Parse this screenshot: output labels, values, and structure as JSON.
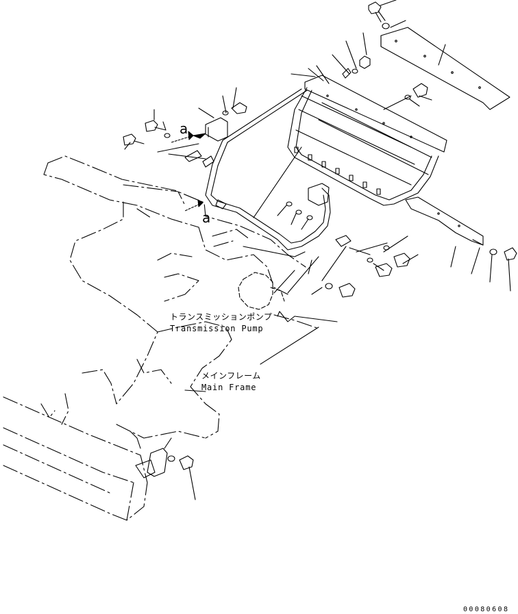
{
  "labels": {
    "transmission_pump_jp": "トランスミッションポンプ",
    "transmission_pump_en": "Transmission Pump",
    "main_frame_jp": "メインフレーム",
    "main_frame_en": "Main Frame",
    "view_marker": "a",
    "drawing_code": "00080608"
  },
  "colors": {
    "line": "#000000",
    "background": "#ffffff"
  }
}
